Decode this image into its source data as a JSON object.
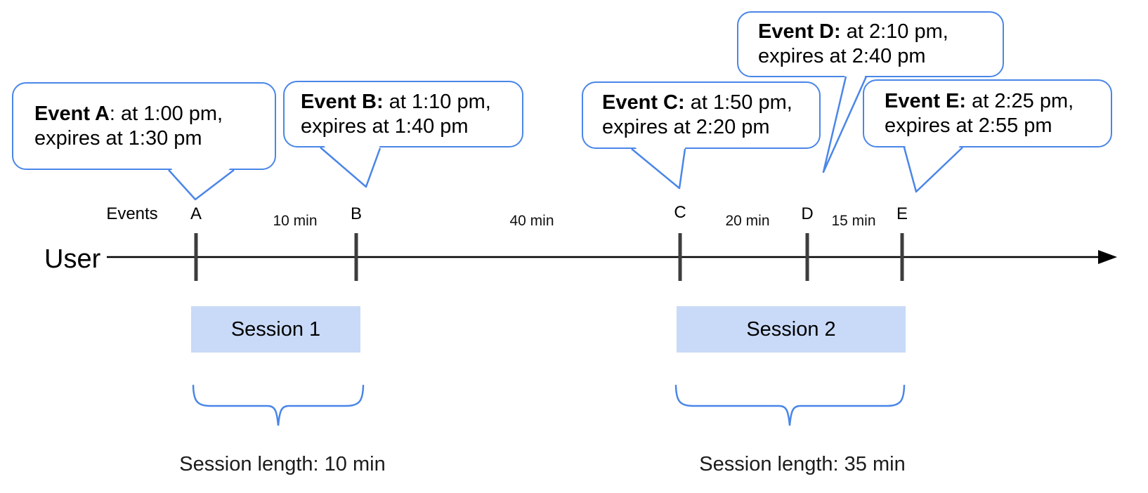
{
  "bubbles": [
    {
      "event": "A",
      "bold": "Event A",
      "rest": ": at 1:00 pm,",
      "line2": "expires at 1:30 pm"
    },
    {
      "event": "B",
      "bold": "Event B:",
      "rest": " at 1:10 pm,",
      "line2": "expires at 1:40 pm"
    },
    {
      "event": "C",
      "bold": "Event C:",
      "rest": " at 1:50 pm,",
      "line2": "expires at 2:20 pm"
    },
    {
      "event": "D",
      "bold": "Event D:",
      "rest": " at 2:10 pm,",
      "line2": "expires at 2:40 pm"
    },
    {
      "event": "E",
      "bold": "Event E:",
      "rest": " at 2:25 pm,",
      "line2": "expires at 2:55 pm"
    }
  ],
  "timeline": {
    "events_label": "Events",
    "axis_label": "User",
    "tick_labels": [
      "A",
      "B",
      "C",
      "D",
      "E"
    ],
    "interval_labels": [
      "10 min",
      "40 min",
      "20 min",
      "15 min"
    ]
  },
  "sessions": [
    {
      "label": "Session 1",
      "length_label": "Session length: 10 min"
    },
    {
      "label": "Session 2",
      "length_label": "Session length: 35 min"
    }
  ],
  "colors": {
    "bubble_border": "#4a86e8",
    "brace": "#4a86e8",
    "session_fill": "#c9daf8",
    "tick": "#3d3d3d",
    "axis_line": "#000000"
  }
}
